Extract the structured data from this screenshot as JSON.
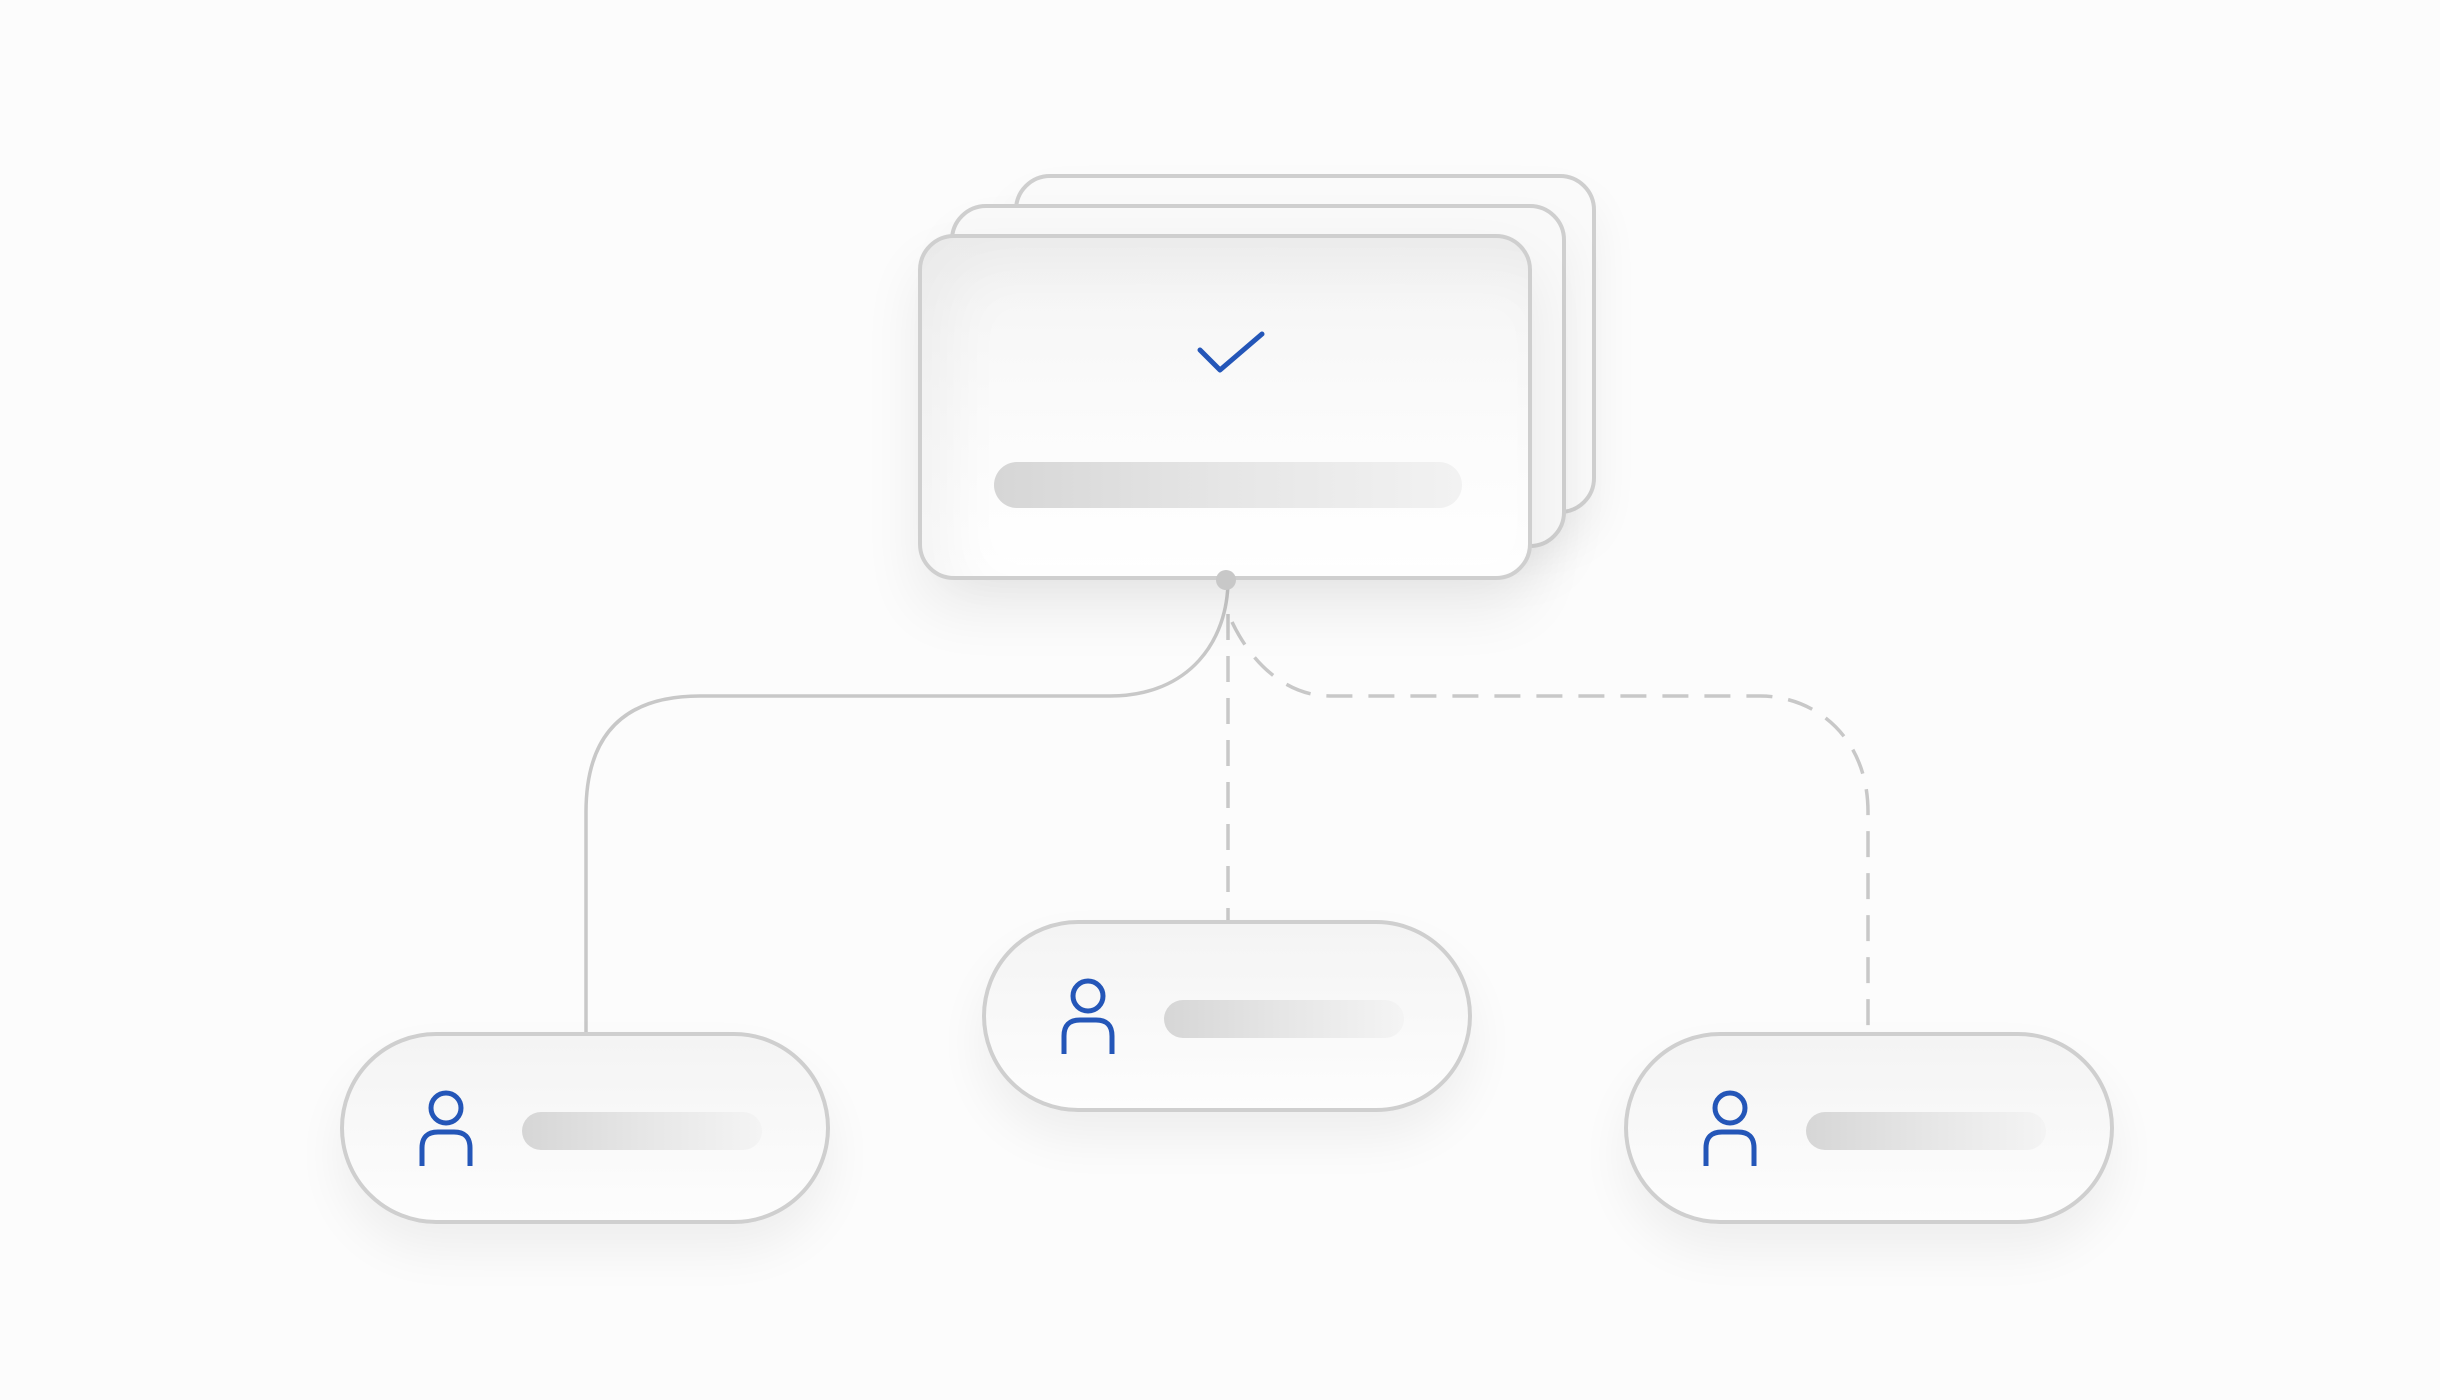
{
  "diagram": {
    "theme": {
      "background": "#fcfcfc",
      "accent": "#2456b8",
      "border": "#cfcfcf",
      "connector": "#c8c8c8"
    },
    "root": {
      "icon": "checkmark-icon",
      "stack_depth": 3
    },
    "children": [
      {
        "id": "left",
        "icon": "user-icon",
        "connection": "solid"
      },
      {
        "id": "center",
        "icon": "user-icon",
        "connection": "dashed"
      },
      {
        "id": "right",
        "icon": "user-icon",
        "connection": "dashed"
      }
    ]
  }
}
